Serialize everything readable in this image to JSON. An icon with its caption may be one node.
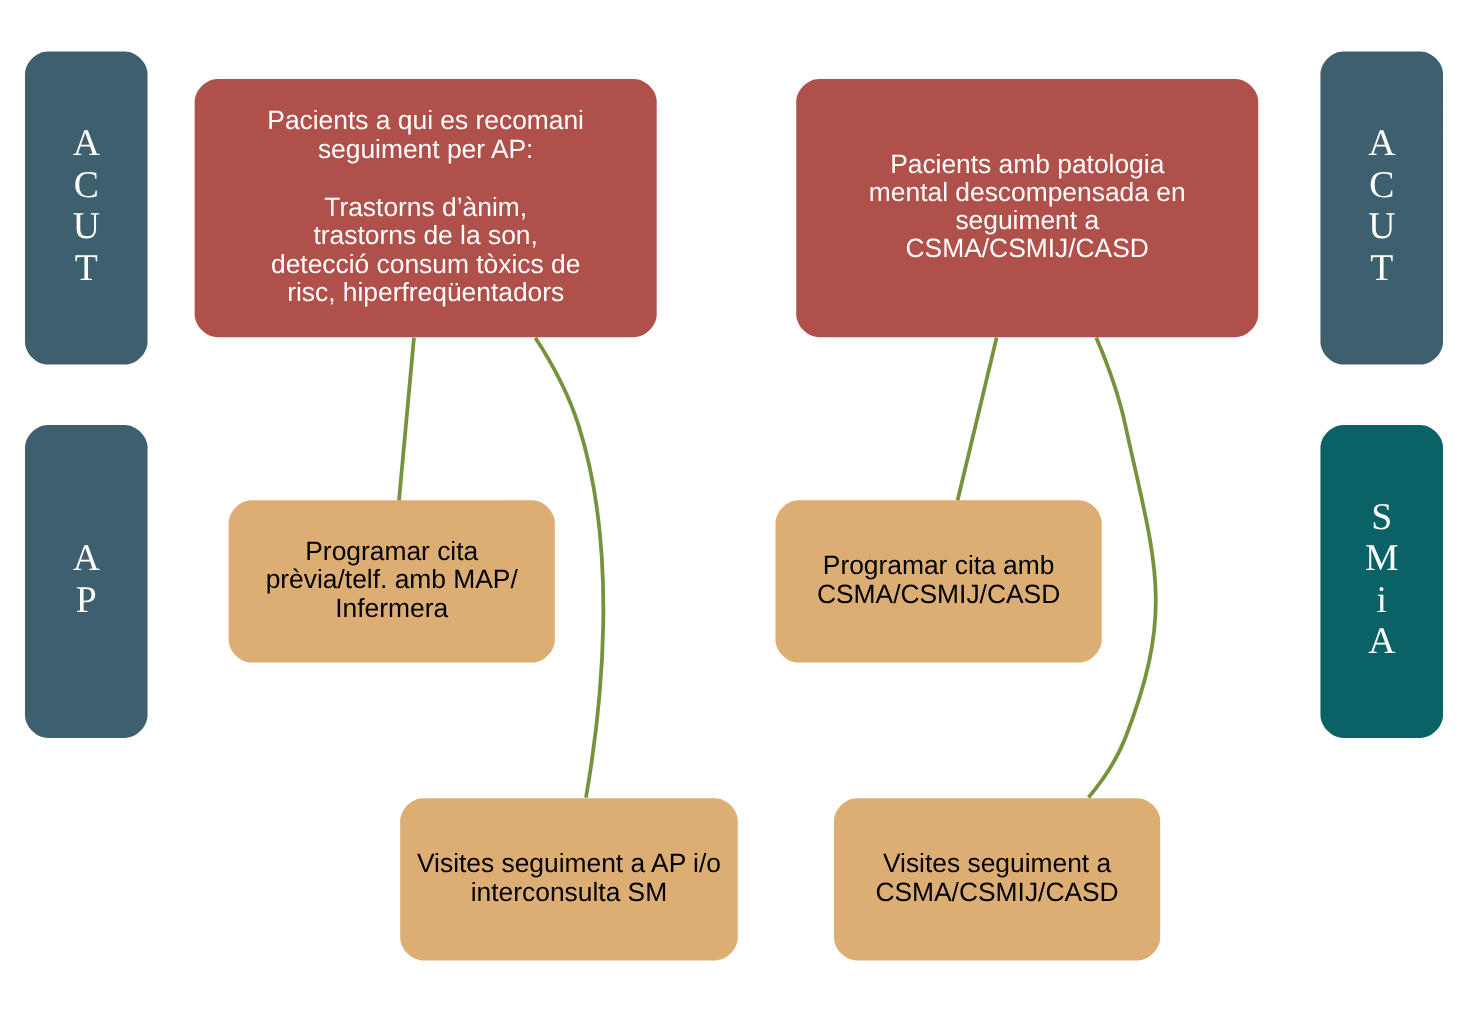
{
  "diagram": {
    "nodes": [
      {
        "text": [
          "A C U T"
        ]
      },
      {
        "text": [
          "Pacients a qui es recomani seguiment per AP:",
          "Trastorns d’ànim, trastorns de la son, detecció consum tòxics de risc, hiperfreqüentadors"
        ]
      },
      {
        "text": [
          "Pacients amb patologia mental descompensada en seguiment a CSMA/CSMIJ/CASD"
        ]
      },
      {
        "text": [
          "A C U T"
        ]
      },
      {
        "text": [
          "A P"
        ]
      },
      {
        "text": [
          "Programar cita prèvia/telf. amb MAP/ Infermera"
        ]
      },
      {
        "text": [
          "Programar cita amb CSMA/CSMIJ/CASD"
        ]
      },
      {
        "text": [
          "S M i A"
        ]
      },
      {
        "text": [
          "Visites seguiment a AP i/o interconsulta SM"
        ]
      },
      {
        "text": [
          "Visites seguiment a CSMA/CSMIJ/CASD"
        ]
      }
    ],
    "edges": [
      {
        "from": 1,
        "to": 5,
        "arrow": "none"
      },
      {
        "from": 1,
        "to": 8,
        "arrow": "none"
      },
      {
        "from": 2,
        "to": 6,
        "arrow": "none"
      },
      {
        "from": 2,
        "to": 9,
        "arrow": "none"
      }
    ]
  }
}
